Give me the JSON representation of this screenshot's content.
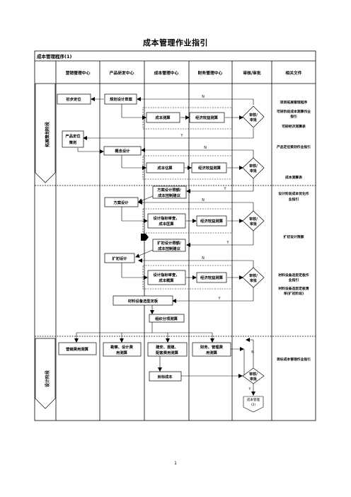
{
  "page": {
    "title": "成本管理作业指引",
    "page_number": "1"
  },
  "table": {
    "header_title": "成本管理程序(1)",
    "columns": [
      "营销管理中心",
      "产品研发中心",
      "成本管理中心",
      "财务管理中心",
      "审核/审批",
      "相关文件"
    ],
    "phases": [
      "拓展策划阶段",
      "设计阶段"
    ]
  },
  "boxes": {
    "initial_positioning": "初步定位",
    "planning_design_scheme": "规划设计草案",
    "cost_estimate_1": "成本测算",
    "econ_benefit_1": "经济效益测算",
    "product_positioning": [
      "产品定位",
      "策划"
    ],
    "concept_design": "概念设计",
    "cost_estimation": "成本估算",
    "econ_benefit_2": "经济效益测算",
    "scheme_limit_suggest": [
      "方案设计限额/",
      "成本控制建议"
    ],
    "scheme_design": "方案设计",
    "design_index_review_1": [
      "设计指标审查，",
      "成本匡算"
    ],
    "econ_benefit_3": "经济效益测算",
    "expand_limit_suggest": [
      "扩初设计限额/",
      "成本控制建议"
    ],
    "expand_design": "扩初设计",
    "design_index_review_2": [
      "设计指标审查，",
      "成本概算"
    ],
    "econ_benefit_4": "经济效益测算",
    "material_selection": "材料设备选型定板",
    "org_division_estimate": "组织分项测算",
    "marketing_cost": "营销费用测算",
    "survey_design_cost": [
      "勘察、设计费",
      "用测算"
    ],
    "construction_cost": [
      "建安、报建、",
      "配套费用测算"
    ],
    "finance_mgmt_cost": [
      "财务、管理费",
      "用测算"
    ],
    "target_cost": "目标成本",
    "cost_program_2": [
      "成本管理",
      "(2)"
    ]
  },
  "approvals": {
    "label": [
      "审核/",
      "审批"
    ],
    "no": "N",
    "yes": "Y"
  },
  "files": [
    "项目拓展管理程序",
    "可研阶段成本测算作业",
    "指引",
    "可研经济测算表",
    "产品定位策划作业指引",
    "成本测算表",
    "设计阶段成本优化作",
    "业指引",
    "扩初设计限额",
    "材料设备选型定板作",
    "业指引",
    "材料设备选型定板清",
    "单(扩初阶段)",
    "目标成本管理作业指引"
  ]
}
